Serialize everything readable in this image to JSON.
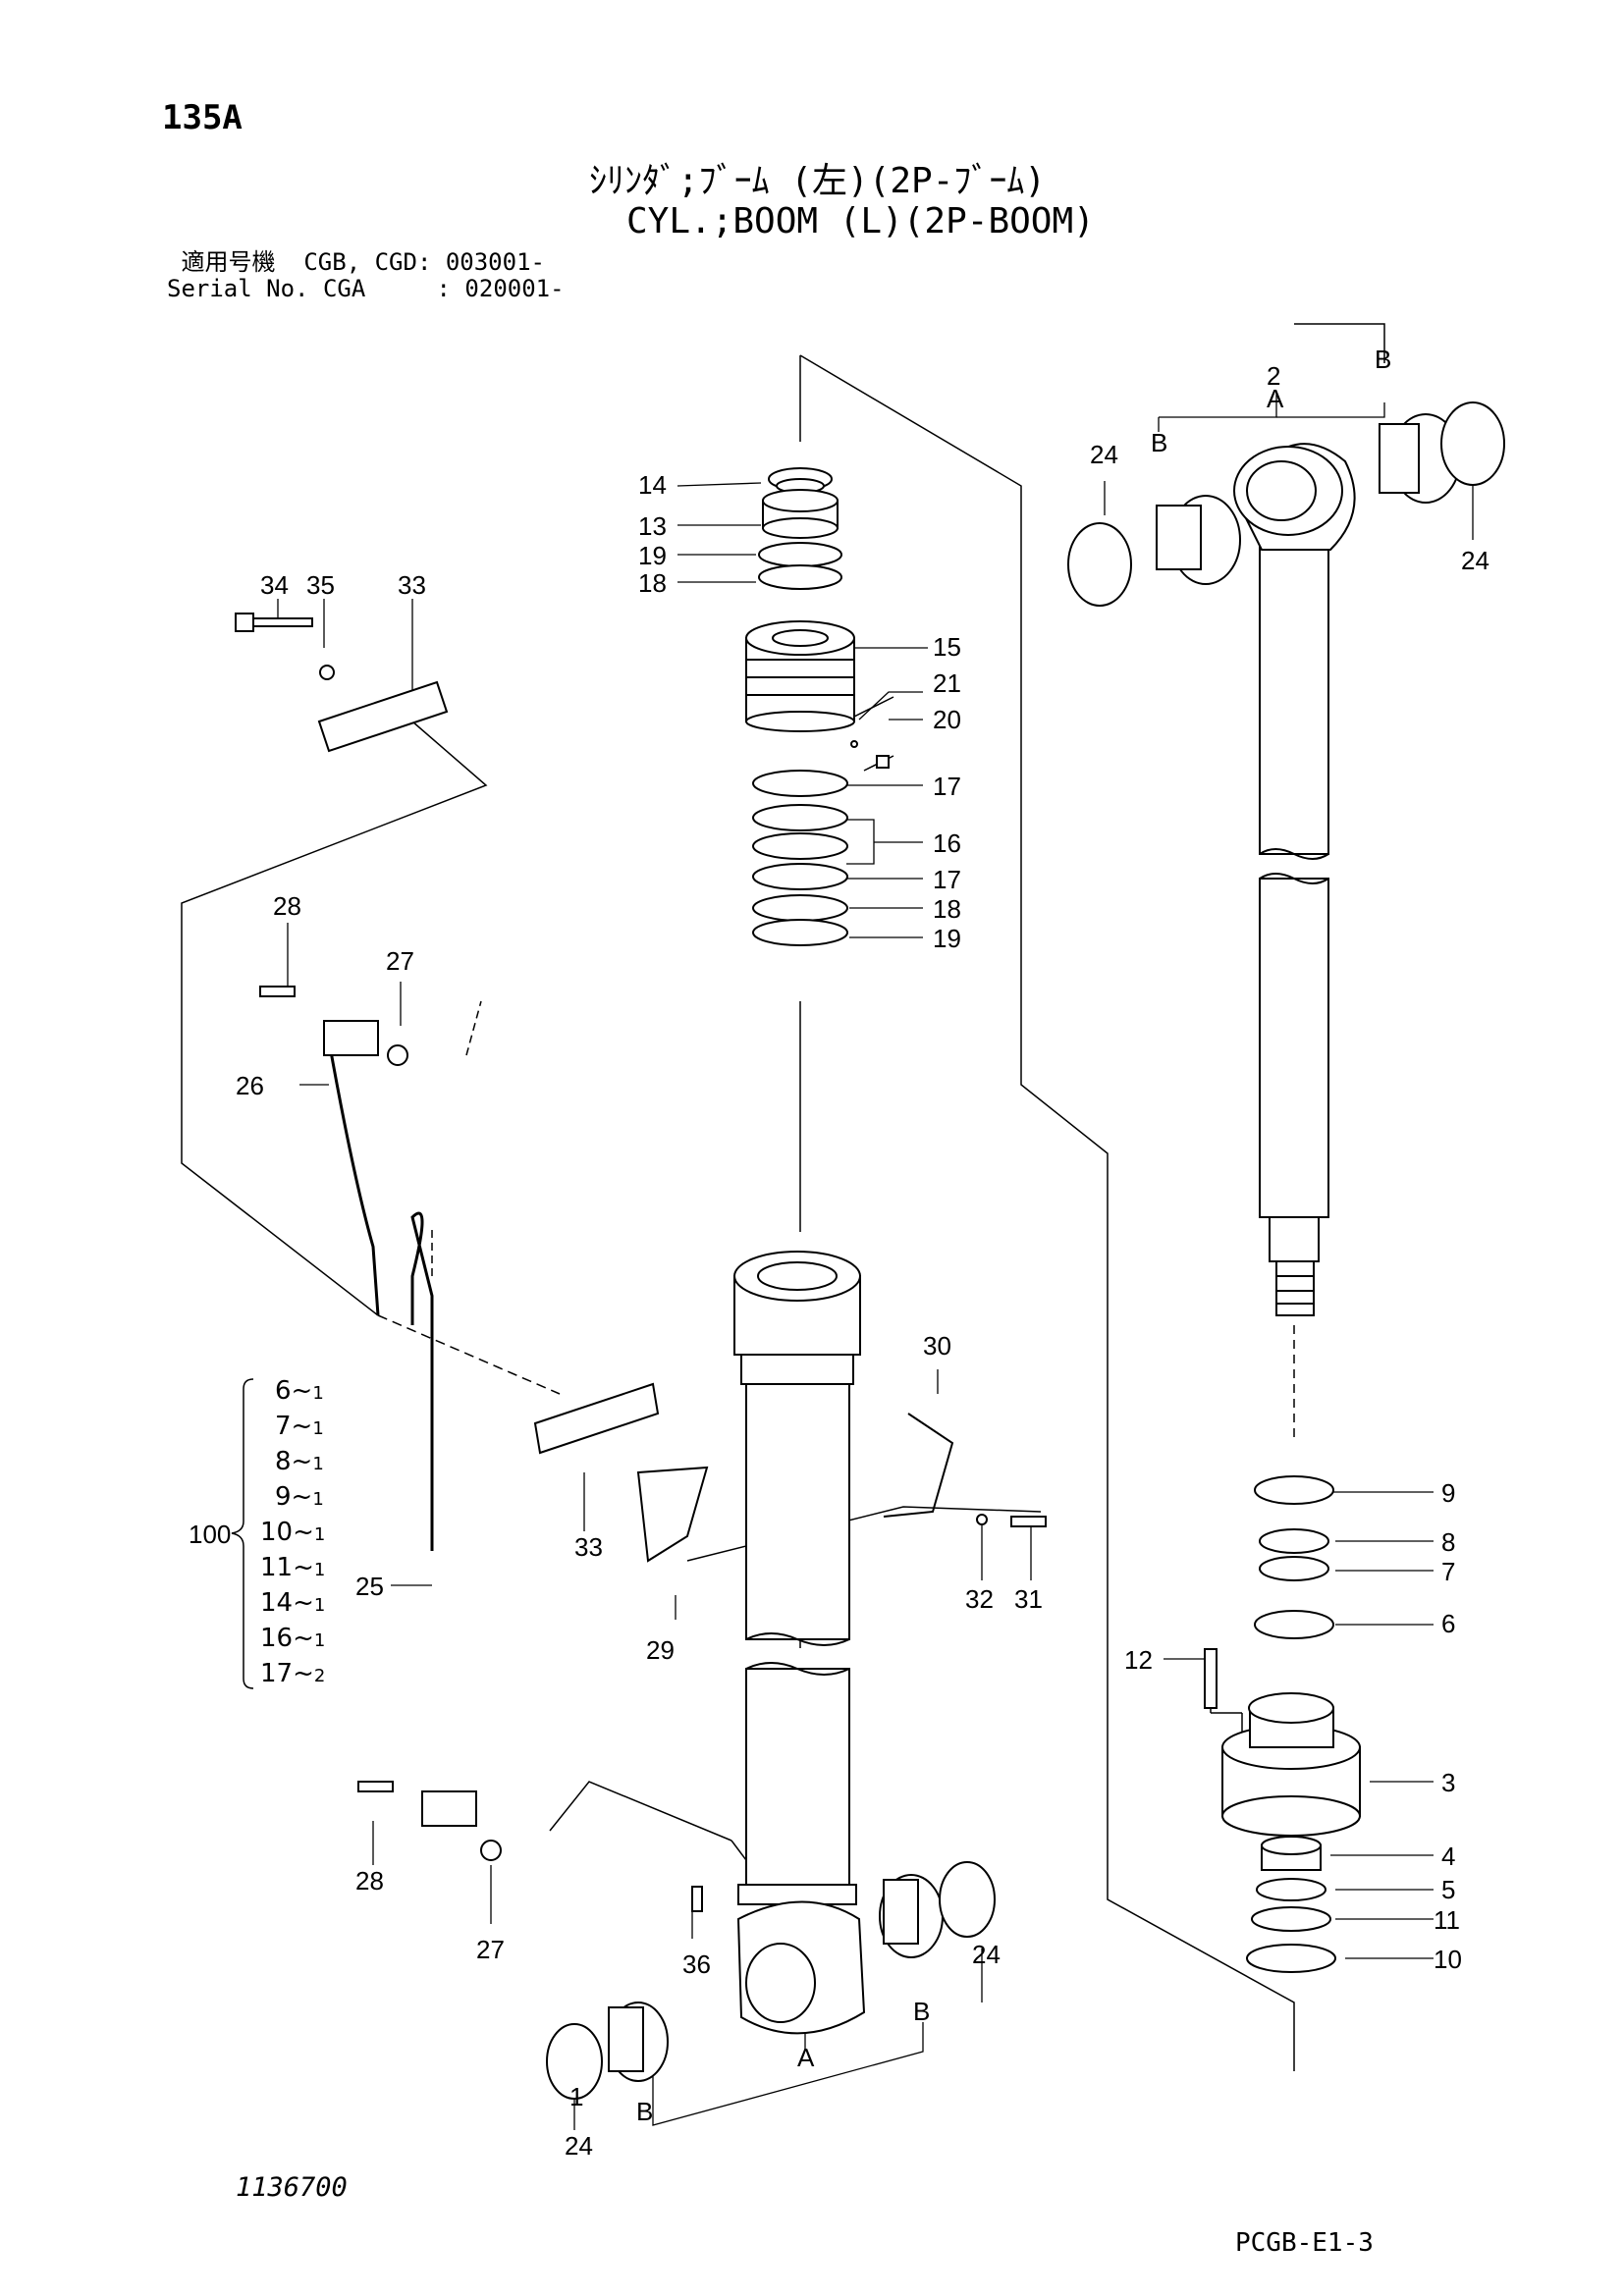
{
  "header": {
    "page_label": "135A",
    "title_jp": "ｼﾘﾝﾀﾞ;ﾌﾞｰﾑ (左)(2P-ﾌﾞｰﾑ)",
    "title_en": "CYL.;BOOM (L)(2P-BOOM)",
    "serial_line_1": " 適用号機  CGB, CGD: 003001-",
    "serial_line_2": "Serial No. CGA     : 020001-"
  },
  "footer": {
    "drawing_code": "1136700",
    "sheet_code": "PCGB-E1-3"
  },
  "callouts": {
    "p1": "1",
    "p2": "2",
    "p3": "3",
    "p4": "4",
    "p5": "5",
    "p6": "6",
    "p7": "7",
    "p8": "8",
    "p9": "9",
    "p10": "10",
    "p11": "11",
    "p12": "12",
    "p13": "13",
    "p14": "14",
    "p15": "15",
    "p16": "16",
    "p17a": "17",
    "p17b": "17",
    "p18a": "18",
    "p18b": "18",
    "p19a": "19",
    "p19b": "19",
    "p20": "20",
    "p21": "21",
    "p24a": "24",
    "p24b": "24",
    "p24c": "24",
    "p24d": "24",
    "p25": "25",
    "p26": "26",
    "p27a": "27",
    "p27b": "27",
    "p28a": "28",
    "p28b": "28",
    "p29": "29",
    "p30": "30",
    "p31": "31",
    "p32": "32",
    "p33a": "33",
    "p33b": "33",
    "p34": "34",
    "p35": "35",
    "p36": "36",
    "a_top": "A",
    "b_top_l": "B",
    "b_top_r": "B",
    "a_bot": "A",
    "b_bot_l": "B",
    "b_bot_r": "B"
  },
  "kit": {
    "number": "100",
    "items": [
      {
        "part": "6",
        "qty": "1"
      },
      {
        "part": "7",
        "qty": "1"
      },
      {
        "part": "8",
        "qty": "1"
      },
      {
        "part": "9",
        "qty": "1"
      },
      {
        "part": "10",
        "qty": "1"
      },
      {
        "part": "11",
        "qty": "1"
      },
      {
        "part": "14",
        "qty": "1"
      },
      {
        "part": "16",
        "qty": "1"
      },
      {
        "part": "17",
        "qty": "2"
      }
    ]
  }
}
